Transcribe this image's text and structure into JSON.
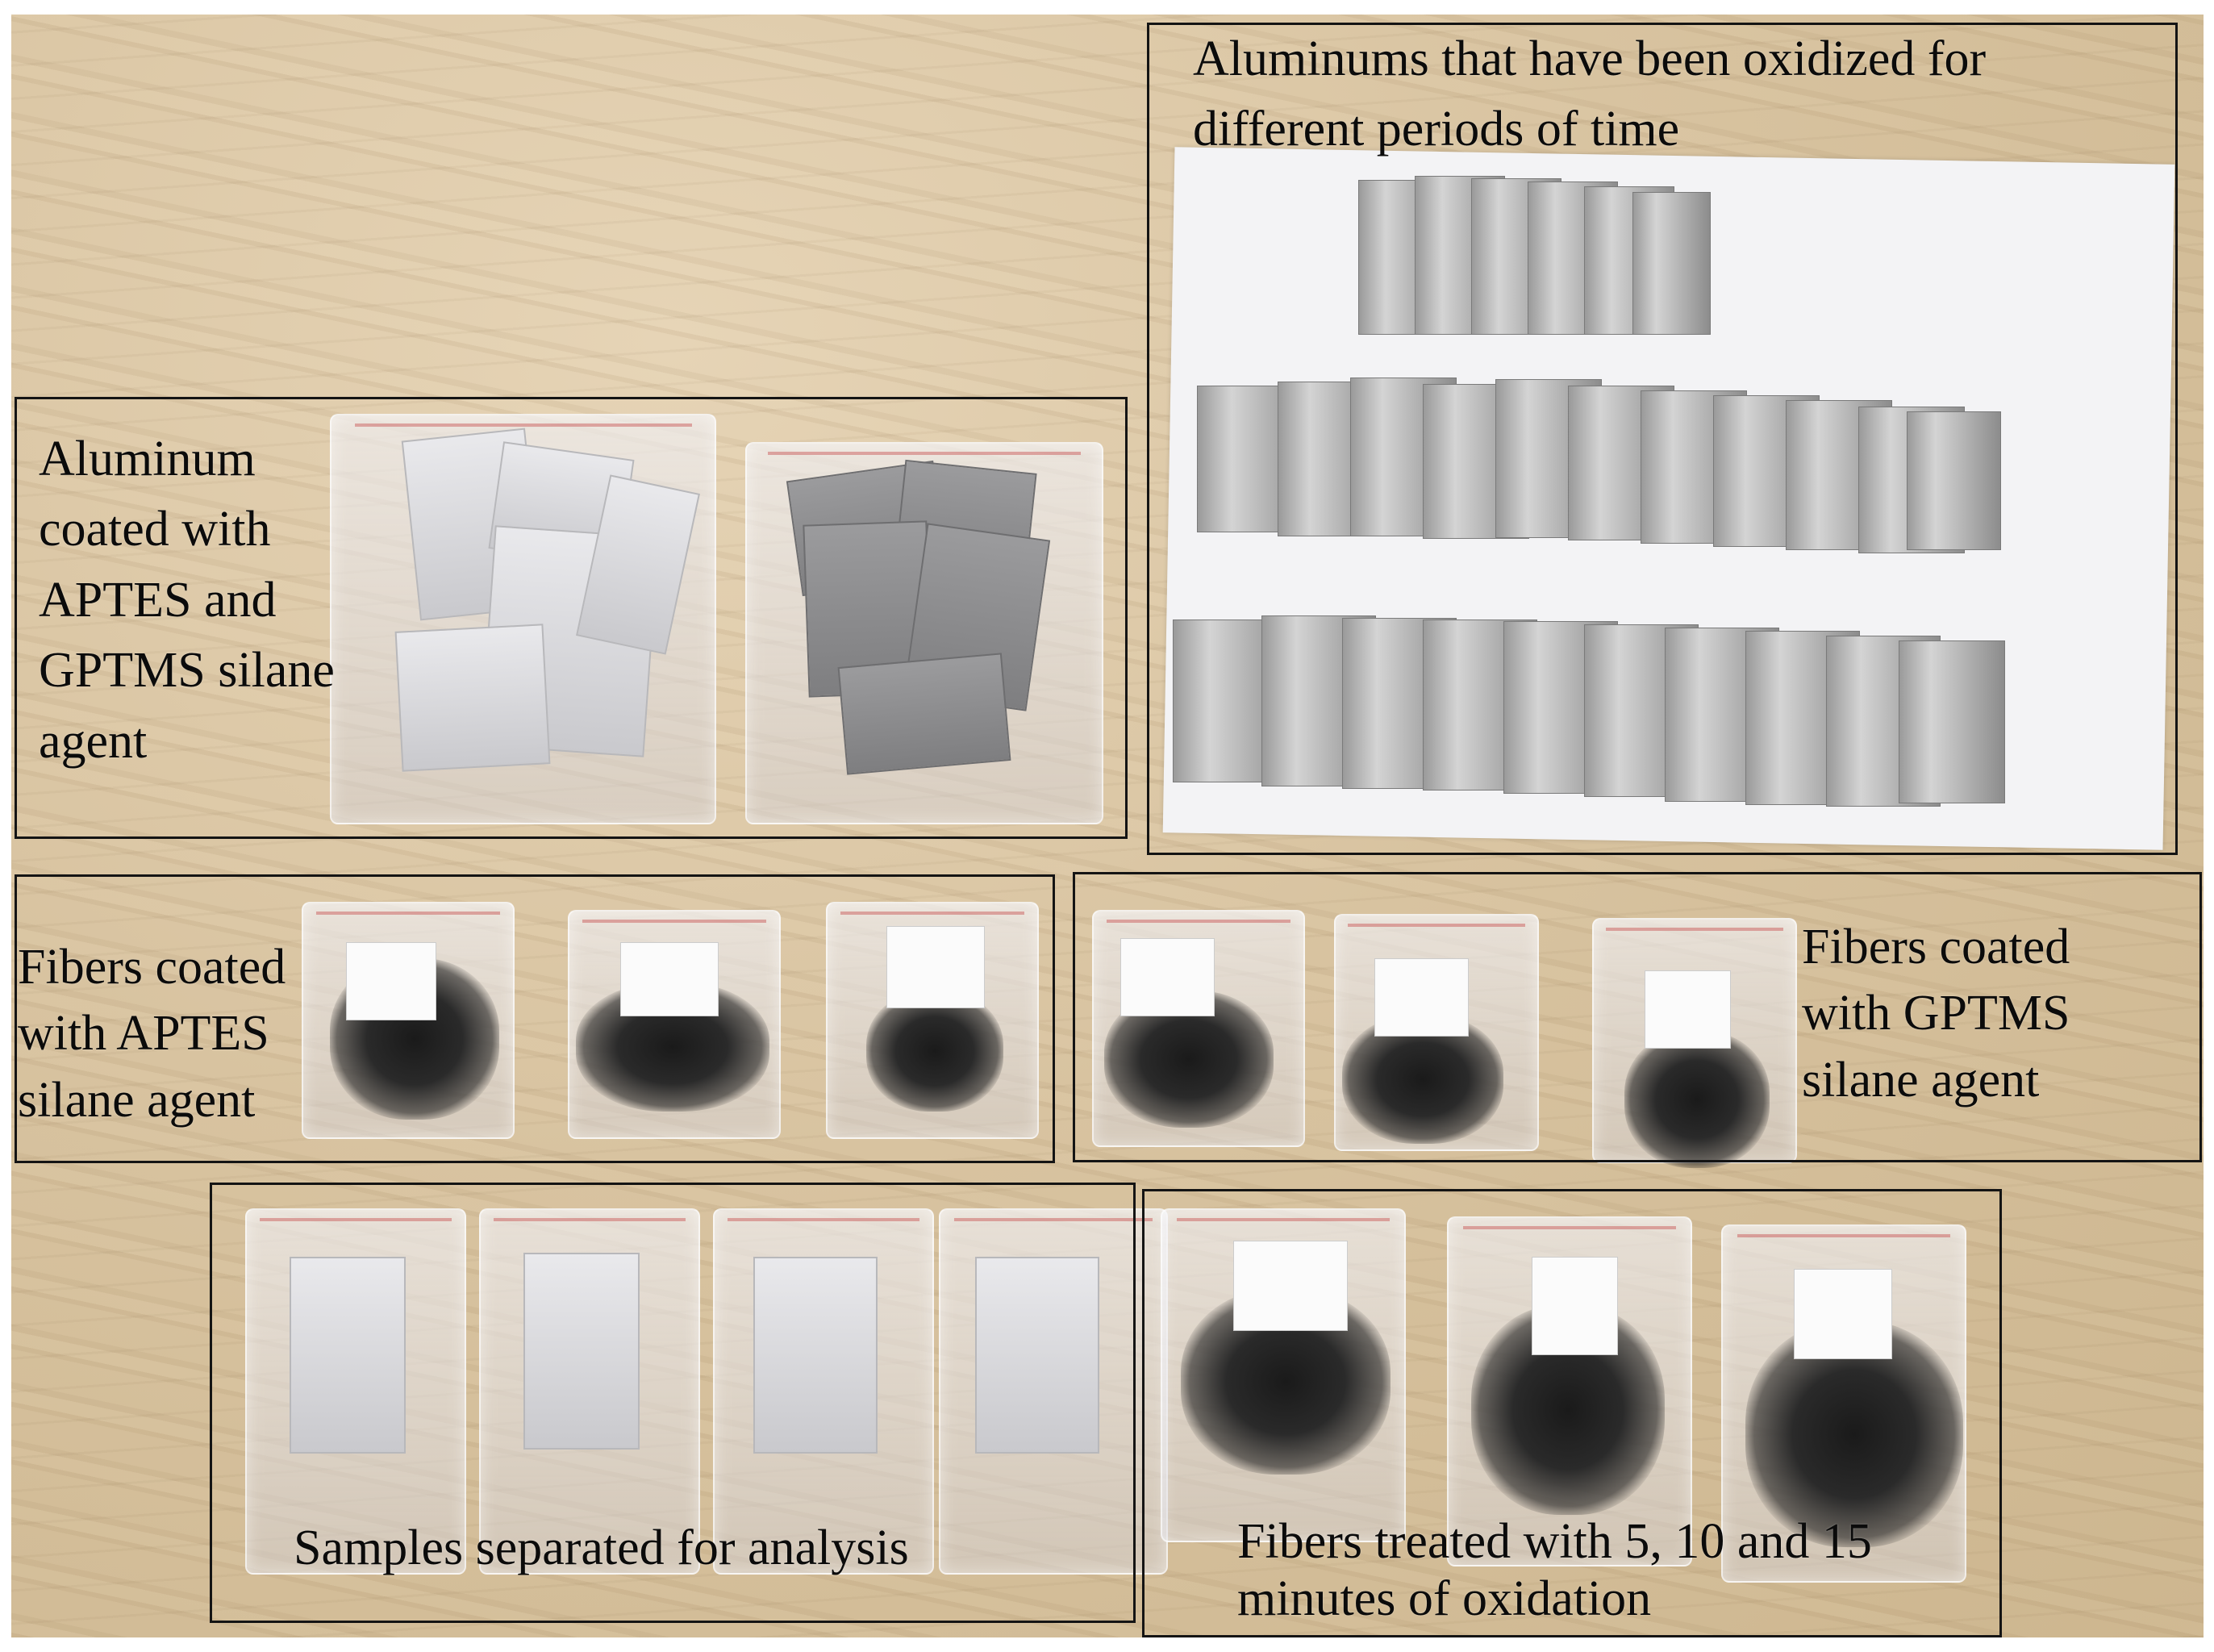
{
  "labels": {
    "oxidized_aluminums": [
      "Aluminums that have been oxidized for",
      "different periods of time"
    ],
    "silane_aluminum": [
      "Aluminum",
      "coated with",
      "APTES and",
      "GPTMS silane",
      "agent"
    ],
    "fibers_aptes": [
      "Fibers coated",
      "with APTES",
      "silane agent"
    ],
    "fibers_gptms": [
      "Fibers coated",
      "with GPTMS",
      "silane agent"
    ],
    "samples_analysis": "Samples separated for analysis",
    "fibers_oxidation": [
      "Fibers treated with 5, 10 and 15",
      "minutes of oxidation"
    ]
  }
}
